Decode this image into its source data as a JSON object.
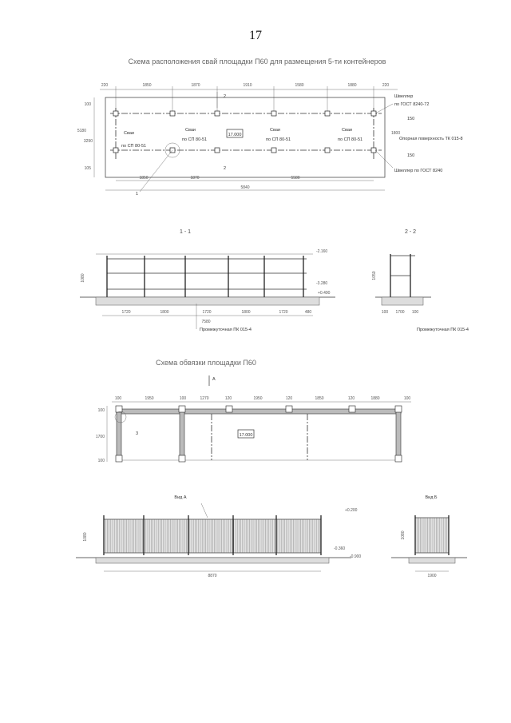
{
  "page_number": "17",
  "plan": {
    "title": "Схема расположения свай площадки П60 для размещения 5-ти контейнеров",
    "top_dims": [
      "220",
      "1850",
      "1870",
      "1910",
      "1580",
      "1880",
      "220"
    ],
    "bottom_dims": [
      "1850",
      "1870",
      "5580"
    ],
    "total_dim": "5840",
    "left_dims": [
      "100",
      "5180",
      "3290",
      "105"
    ],
    "right_dim": "1800",
    "cl_label": "17.000",
    "labels": [
      {
        "text": "Швеллер",
        "sub": "по ГОСТ 8240-72"
      },
      {
        "text": "Сваи",
        "sub": "по СП 80-51"
      },
      {
        "text": "Сваи",
        "sub": "по СП 80-51"
      },
      {
        "text": "Сваи",
        "sub": "по СП 80-51"
      },
      {
        "text": "Сваи",
        "sub": "по СП 80-51"
      }
    ],
    "right_labels": [
      "Опорная поверхность ТК 015-8",
      "Швеллер по ГОСТ 8240",
      "150",
      "150"
    ],
    "markers": [
      "1",
      "2",
      "2"
    ]
  },
  "section11": {
    "title": "1 - 1",
    "dims": [
      "1720",
      "1800",
      "1720",
      "1800",
      "1720",
      "480"
    ],
    "total": "7580",
    "height": "1080",
    "footnote": "Промежуточная ПК 015-4",
    "marks": [
      "-2.160",
      "-3.280",
      "+0.490"
    ]
  },
  "section22": {
    "title": "2 - 2",
    "dims": [
      "100",
      "1700",
      "100"
    ],
    "height": "1050",
    "footnote": "Промежуточная ПК 015-4"
  },
  "fence_plan": {
    "title": "Схема обвязки площадки П60",
    "view_marker": "А",
    "top_dims": [
      "100",
      "1950",
      "100",
      "1270",
      "120",
      "1950",
      "120",
      "1850",
      "120",
      "1880",
      "100"
    ],
    "left_dims": [
      "100",
      "1700",
      "100"
    ],
    "center_label": "17.000",
    "marker": "3"
  },
  "view_a": {
    "title": "Вид А",
    "width": "8870",
    "height": "1080",
    "marks": [
      "+0.200",
      "-0.360",
      "-0.900"
    ]
  },
  "view_b": {
    "title": "Вид Б",
    "width": "1900",
    "height": "1080"
  }
}
